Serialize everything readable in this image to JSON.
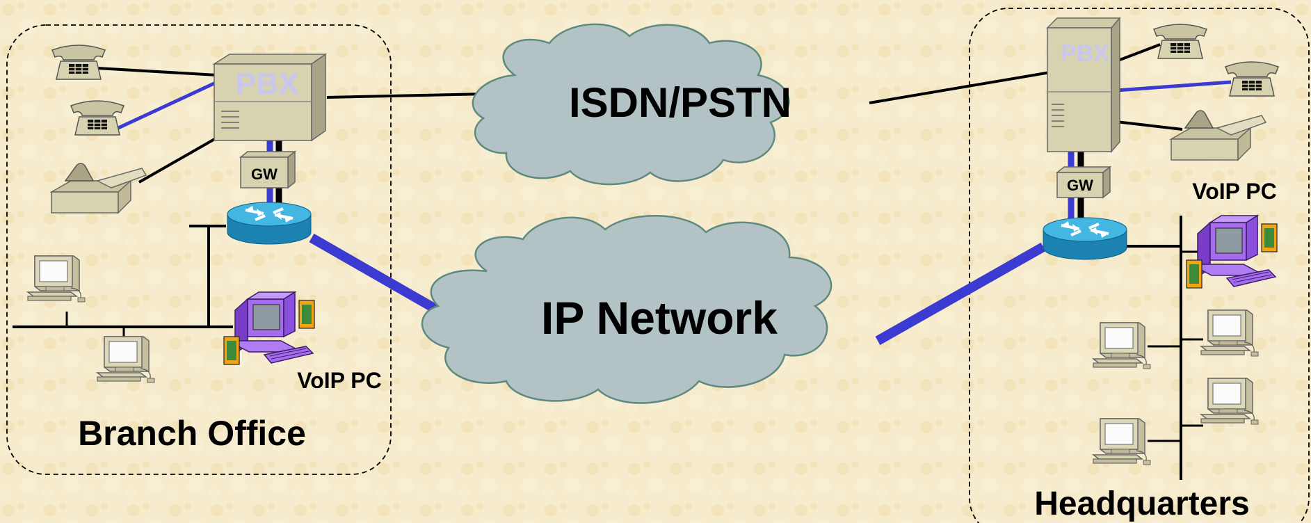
{
  "clouds": {
    "isdn": "ISDN/PSTN",
    "ip": "IP Network"
  },
  "branch": {
    "title": "Branch Office",
    "pbx": "PBX",
    "gw": "GW",
    "voip_pc": "VoIP PC"
  },
  "hq": {
    "title": "Headquarters",
    "pbx": "PBX",
    "gw": "GW",
    "voip_pc": "VoIP PC"
  },
  "colors": {
    "background": "#f5e9c9",
    "cloud_fill": "#b3c2c5",
    "cloud_stroke": "#5f8a7f",
    "link_blue": "#3b3bd1",
    "router_top": "#3fb2de",
    "router_side": "#1a7fae",
    "device_beige": "#d7d2b0",
    "voip_purple": "#9b5ee6"
  },
  "icons": [
    "telephone-icon",
    "fax-icon",
    "pbx-server-icon",
    "gateway-icon",
    "router-icon",
    "computer-icon",
    "voip-pc-icon",
    "cloud-icon"
  ]
}
